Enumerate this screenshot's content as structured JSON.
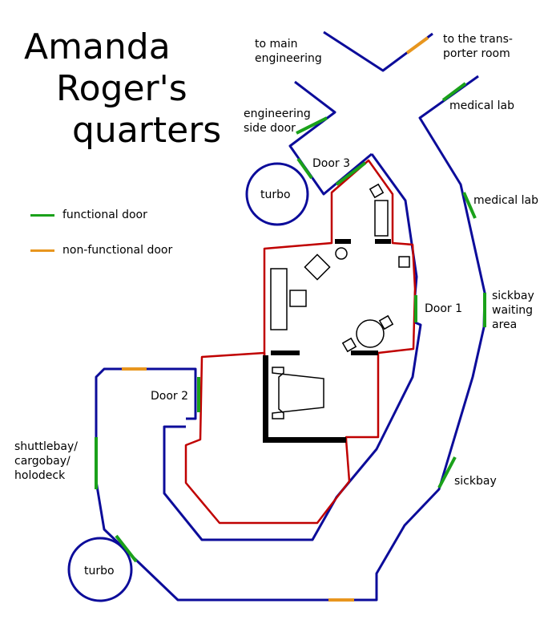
{
  "title": {
    "line1": "Amanda",
    "line2": "Roger's",
    "line3": "quarters"
  },
  "legend": {
    "functional": {
      "label": "functional door",
      "color": "#1aa11a"
    },
    "nonfunctional": {
      "label": "non-functional door",
      "color": "#e8961e"
    }
  },
  "colors": {
    "corridor_wall": "#0c0c9a",
    "quarters_wall": "#c00000",
    "partition": "#000000"
  },
  "labels": {
    "main_engineering": "to main\nengineering",
    "transporter_room": "to the trans-\nporter room",
    "medical_lab_1": "medical lab",
    "engineering_side_door": "engineering\nside door",
    "door3": "Door 3",
    "turbo_top": "turbo",
    "medical_lab_2": "medical lab",
    "sickbay_waiting": "sickbay\nwaiting\narea",
    "door1": "Door 1",
    "door2": "Door 2",
    "shuttlebay": "shuttlebay/\ncargobay/\nholodeck",
    "sickbay": "sickbay",
    "turbo_bottom": "turbo"
  }
}
